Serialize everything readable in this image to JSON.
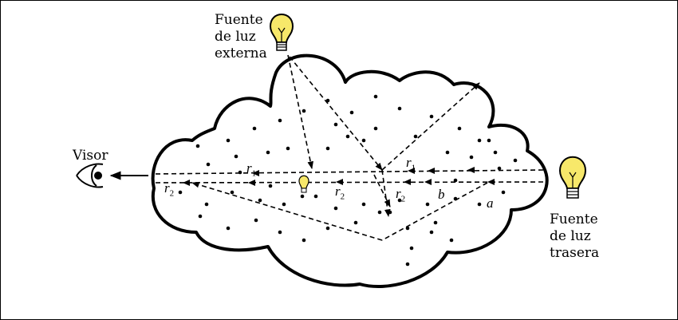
{
  "labels": {
    "external_source": [
      "Fuente",
      "de luz",
      "externa"
    ],
    "back_source": [
      "Fuente",
      "de luz",
      "trasera"
    ],
    "viewer": "Visor",
    "point_a": "a",
    "point_b": "b",
    "r_symbol": "r",
    "sub_1": "1",
    "sub_2": "2"
  }
}
